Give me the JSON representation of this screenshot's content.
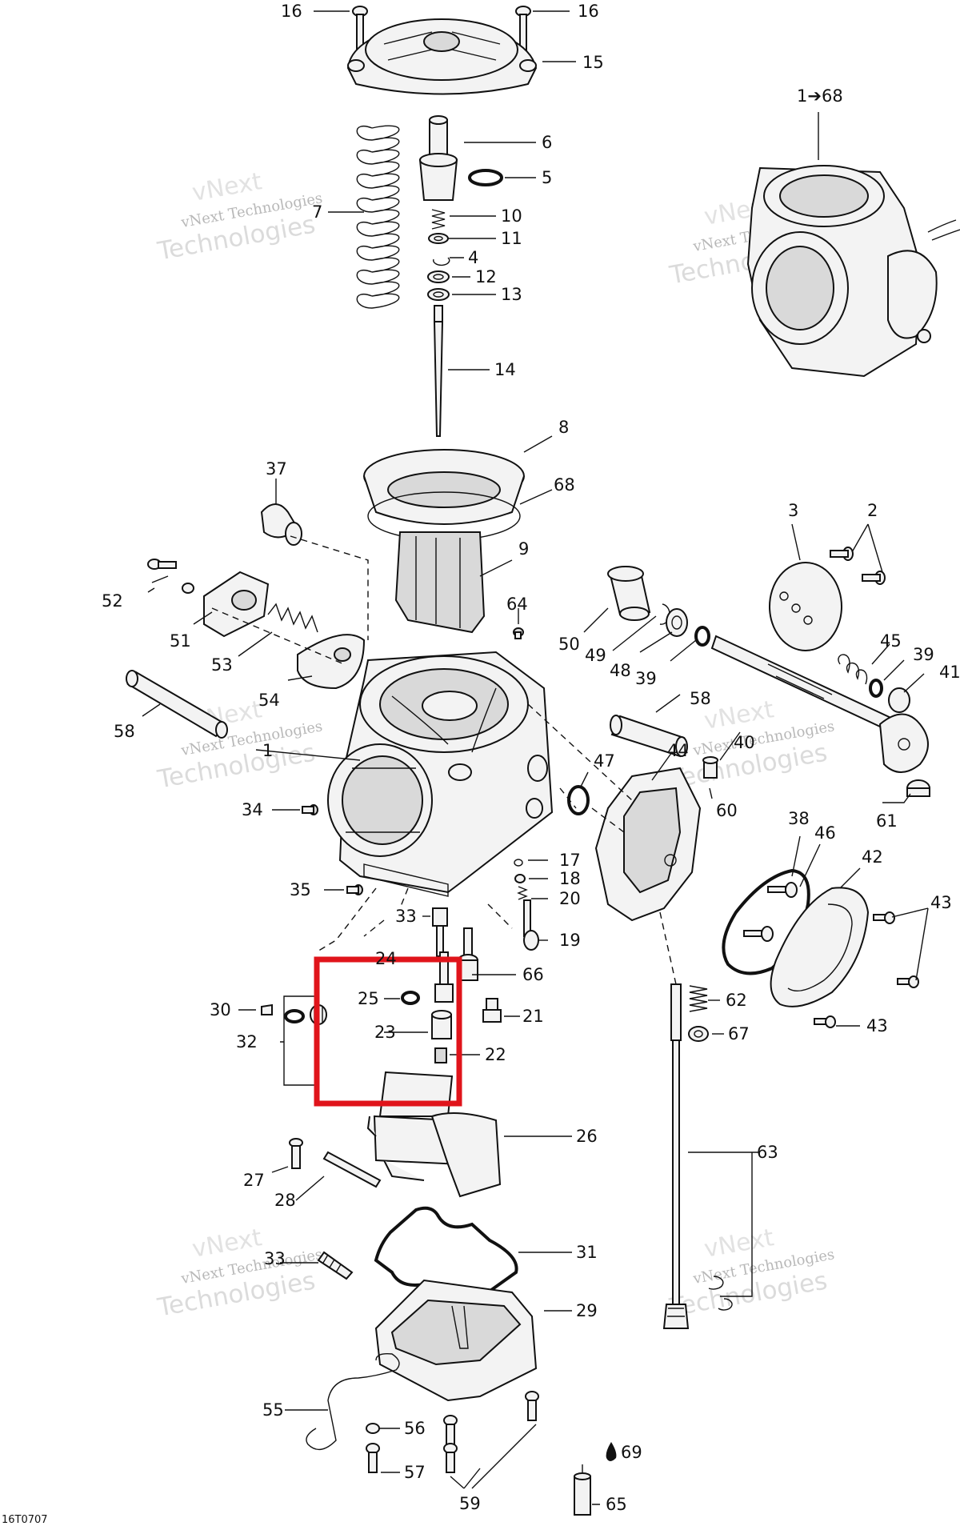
{
  "callouts": [
    {
      "id": "16a",
      "text": "16"
    },
    {
      "id": "16b",
      "text": "16"
    },
    {
      "id": "15",
      "text": "15"
    },
    {
      "id": "6",
      "text": "6"
    },
    {
      "id": "5",
      "text": "5"
    },
    {
      "id": "7",
      "text": "7"
    },
    {
      "id": "10",
      "text": "10"
    },
    {
      "id": "11",
      "text": "11"
    },
    {
      "id": "4",
      "text": "4"
    },
    {
      "id": "12",
      "text": "12"
    },
    {
      "id": "13",
      "text": "13"
    },
    {
      "id": "14",
      "text": "14"
    },
    {
      "id": "1to68",
      "text": "1➔68"
    },
    {
      "id": "8",
      "text": "8"
    },
    {
      "id": "68",
      "text": "68"
    },
    {
      "id": "37",
      "text": "37"
    },
    {
      "id": "9",
      "text": "9"
    },
    {
      "id": "3",
      "text": "3"
    },
    {
      "id": "2",
      "text": "2"
    },
    {
      "id": "52",
      "text": "52"
    },
    {
      "id": "51",
      "text": "51"
    },
    {
      "id": "53",
      "text": "53"
    },
    {
      "id": "64",
      "text": "64"
    },
    {
      "id": "50",
      "text": "50"
    },
    {
      "id": "49",
      "text": "49"
    },
    {
      "id": "48",
      "text": "48"
    },
    {
      "id": "39a",
      "text": "39"
    },
    {
      "id": "45",
      "text": "45"
    },
    {
      "id": "39b",
      "text": "39"
    },
    {
      "id": "41",
      "text": "41"
    },
    {
      "id": "54",
      "text": "54"
    },
    {
      "id": "58a",
      "text": "58"
    },
    {
      "id": "58b",
      "text": "58"
    },
    {
      "id": "1",
      "text": "1"
    },
    {
      "id": "47",
      "text": "47"
    },
    {
      "id": "44",
      "text": "44"
    },
    {
      "id": "40",
      "text": "40"
    },
    {
      "id": "34",
      "text": "34"
    },
    {
      "id": "60",
      "text": "60"
    },
    {
      "id": "61",
      "text": "61"
    },
    {
      "id": "38",
      "text": "38"
    },
    {
      "id": "46",
      "text": "46"
    },
    {
      "id": "17",
      "text": "17"
    },
    {
      "id": "42",
      "text": "42"
    },
    {
      "id": "35",
      "text": "35"
    },
    {
      "id": "18",
      "text": "18"
    },
    {
      "id": "20",
      "text": "20"
    },
    {
      "id": "43a",
      "text": "43"
    },
    {
      "id": "33a",
      "text": "33"
    },
    {
      "id": "19",
      "text": "19"
    },
    {
      "id": "24",
      "text": "24"
    },
    {
      "id": "66",
      "text": "66"
    },
    {
      "id": "25",
      "text": "25"
    },
    {
      "id": "62",
      "text": "62"
    },
    {
      "id": "30",
      "text": "30"
    },
    {
      "id": "21",
      "text": "21"
    },
    {
      "id": "23",
      "text": "23"
    },
    {
      "id": "32",
      "text": "32"
    },
    {
      "id": "67",
      "text": "67"
    },
    {
      "id": "43b",
      "text": "43"
    },
    {
      "id": "22",
      "text": "22"
    },
    {
      "id": "26",
      "text": "26"
    },
    {
      "id": "63",
      "text": "63"
    },
    {
      "id": "27",
      "text": "27"
    },
    {
      "id": "28",
      "text": "28"
    },
    {
      "id": "31",
      "text": "31"
    },
    {
      "id": "33b",
      "text": "33"
    },
    {
      "id": "29",
      "text": "29"
    },
    {
      "id": "55",
      "text": "55"
    },
    {
      "id": "56",
      "text": "56"
    },
    {
      "id": "69",
      "text": "69"
    },
    {
      "id": "57",
      "text": "57"
    },
    {
      "id": "65",
      "text": "65"
    },
    {
      "id": "59",
      "text": "59"
    }
  ],
  "caption": "16T0707",
  "watermark": {
    "line1": "vNext",
    "line2": "vNext Technologies",
    "line3": "Technologies"
  },
  "highlight": {
    "color": "#e0141b"
  },
  "colors": {
    "ink": "#111111",
    "watermark": "#a0a0a0"
  }
}
